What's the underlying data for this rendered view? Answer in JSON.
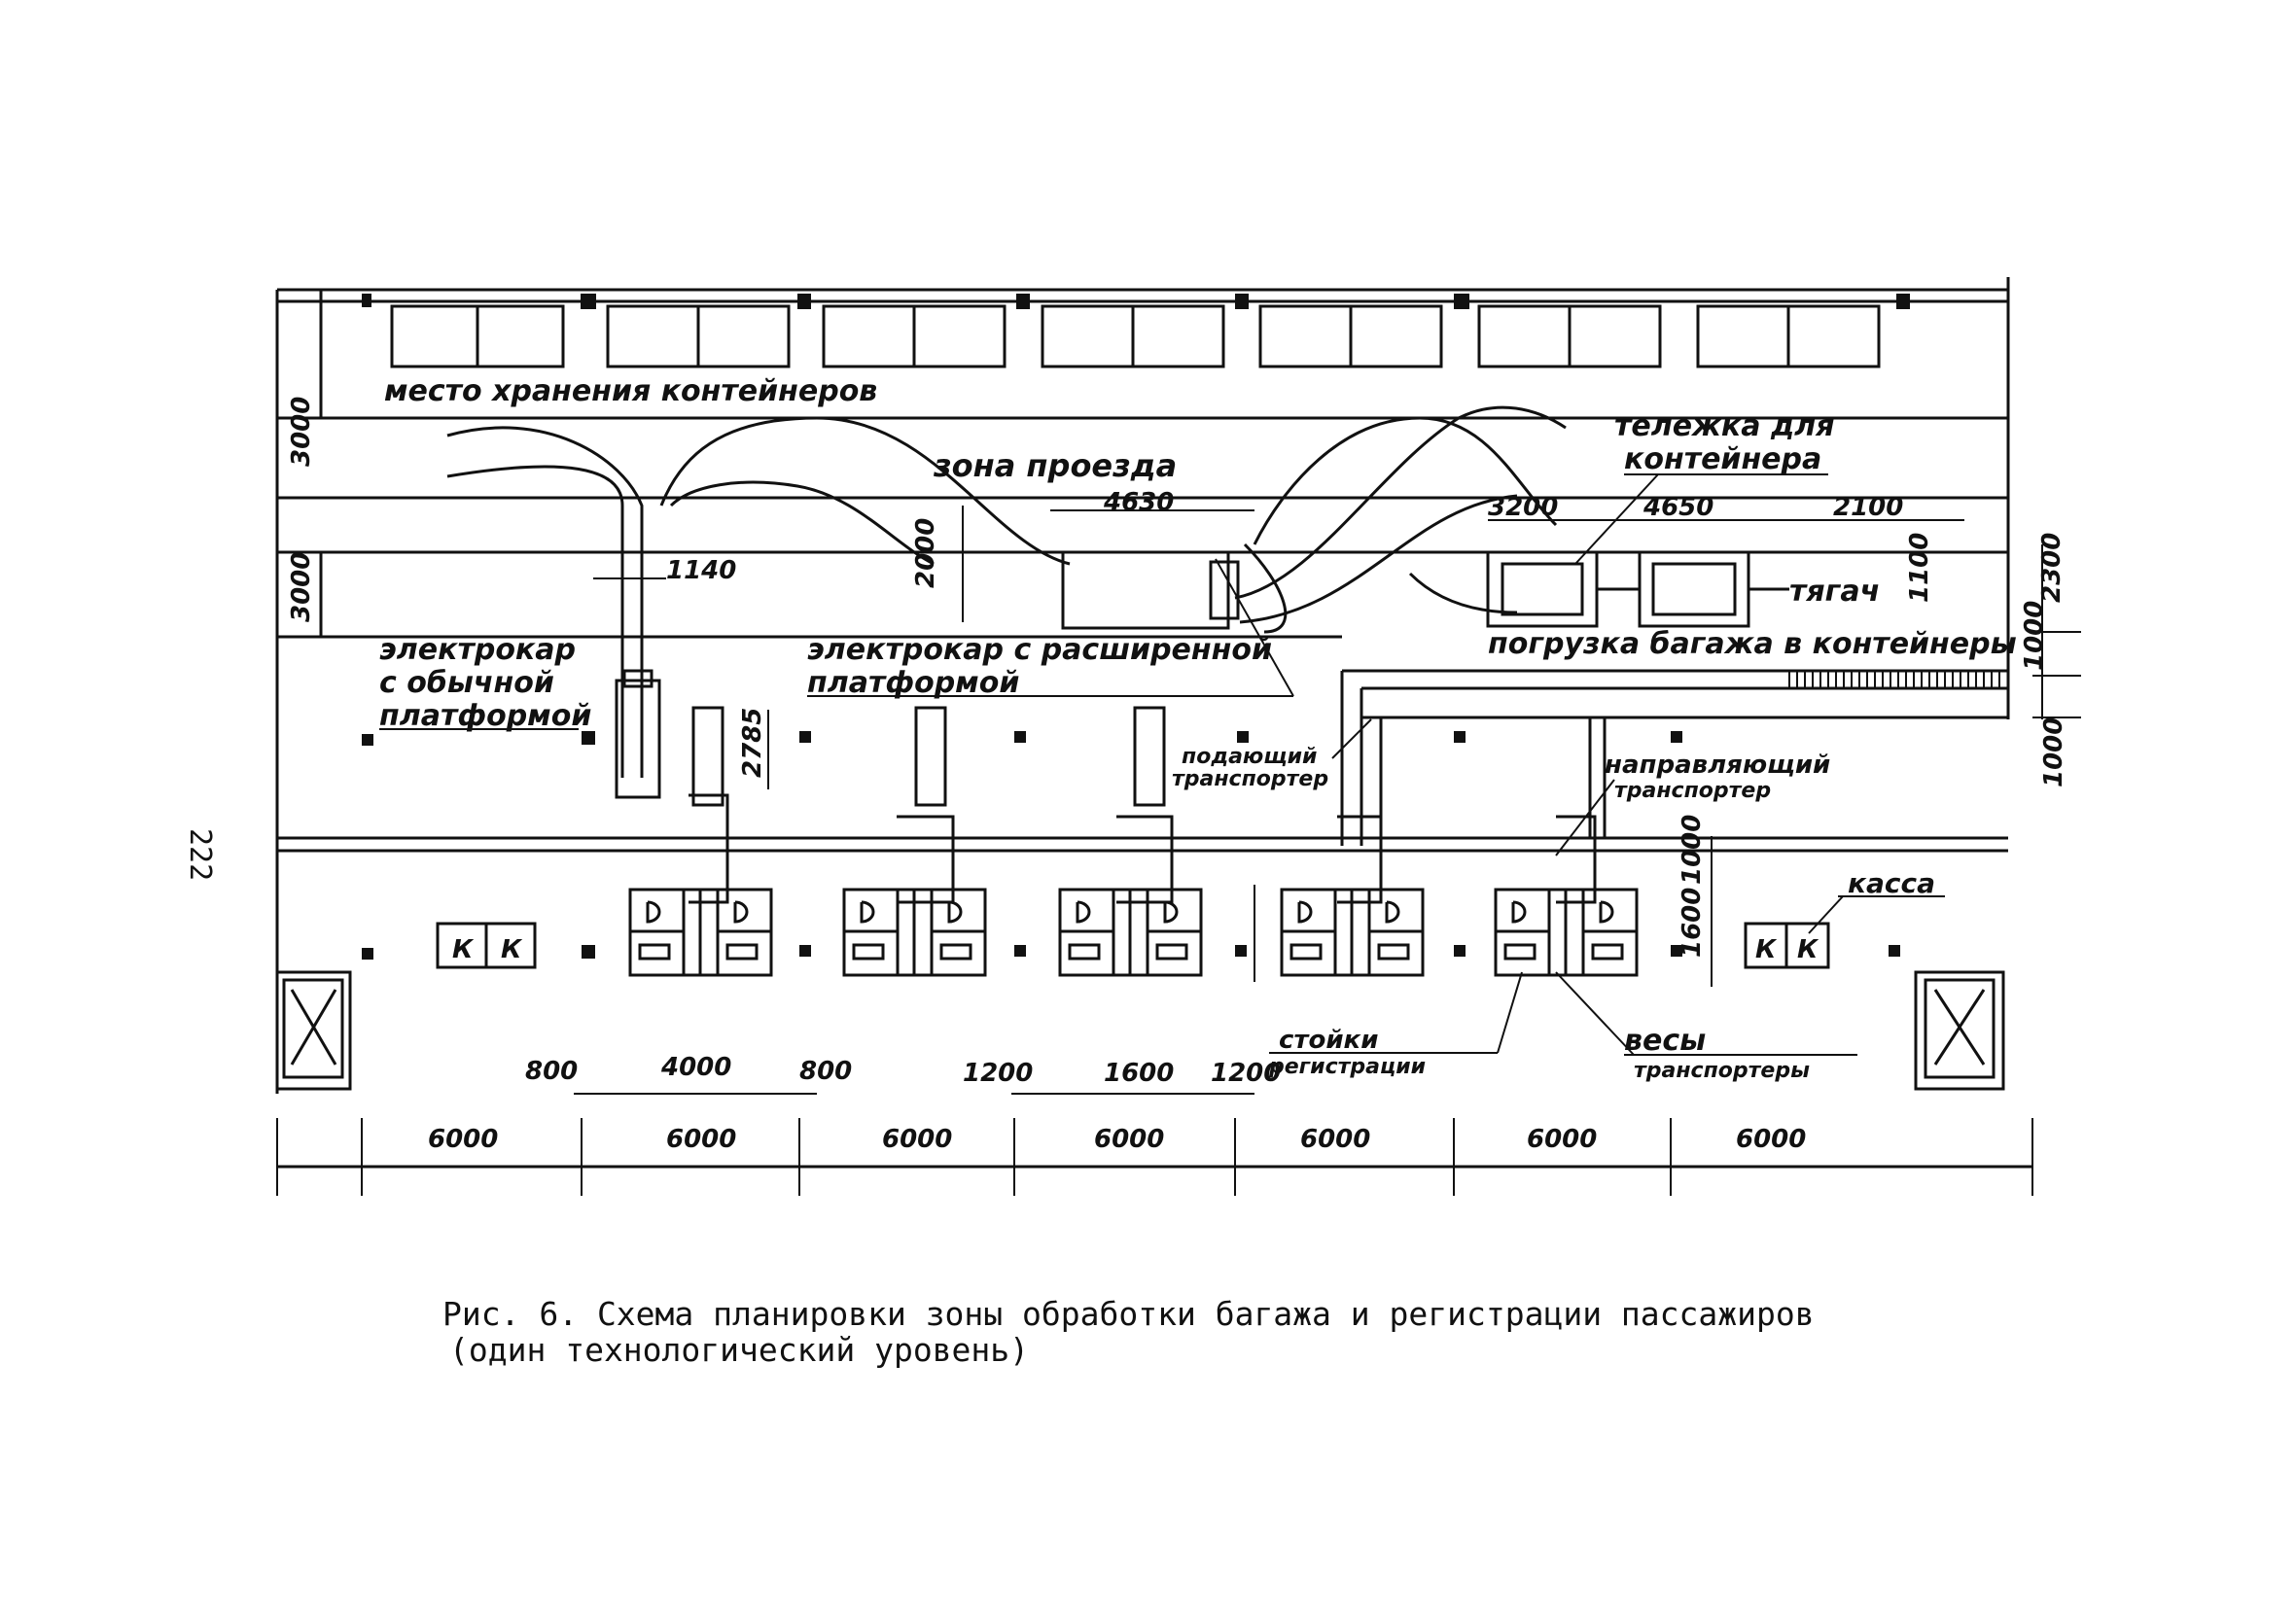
{
  "page_number": "222",
  "labels": {
    "storage": "место хранения контейнеров",
    "drive_zone": "зона проезда",
    "cart": "тележка для контейнера",
    "tractor": "тягач",
    "loading": "погрузка багажа в контейнеры",
    "electrocar_normal_1": "электрокар",
    "electrocar_normal_2": "с обычной",
    "electrocar_normal_3": "платформой",
    "electrocar_wide_1": "электрокар с расширенной",
    "electrocar_wide_2": "платформой",
    "feeding_1": "подающий",
    "feeding_2": "транспортер",
    "guiding_1": "направляющий",
    "guiding_2": "транспортер",
    "cashier": "касса",
    "k": "К",
    "counters_1": "стойки",
    "counters_2": "регистрации",
    "scales": "весы",
    "transporters": "транспортеры"
  },
  "dimensions": {
    "left_top": "3000",
    "left_mid": "3000",
    "d1140": "1140",
    "d2000": "2000",
    "d4630": "4630",
    "d3200": "3200",
    "d4650": "4650",
    "d2100": "2100",
    "d1100": "1100",
    "d2300": "2300",
    "d1000a": "1000",
    "d1000b": "1000",
    "d2785": "2785",
    "d1000c": "1000",
    "d1600v": "1600",
    "d800a": "800",
    "d4000": "4000",
    "d800b": "800",
    "d1200a": "1200",
    "d1600h": "1600",
    "d1200b": "1200",
    "bays": [
      "6000",
      "6000",
      "6000",
      "6000",
      "6000",
      "6000",
      "6000"
    ]
  },
  "caption": {
    "line1": "Рис. 6. Схема планировки зоны обработки багажа и регистрации пассажиров",
    "line2": "(один технологический уровень)"
  }
}
